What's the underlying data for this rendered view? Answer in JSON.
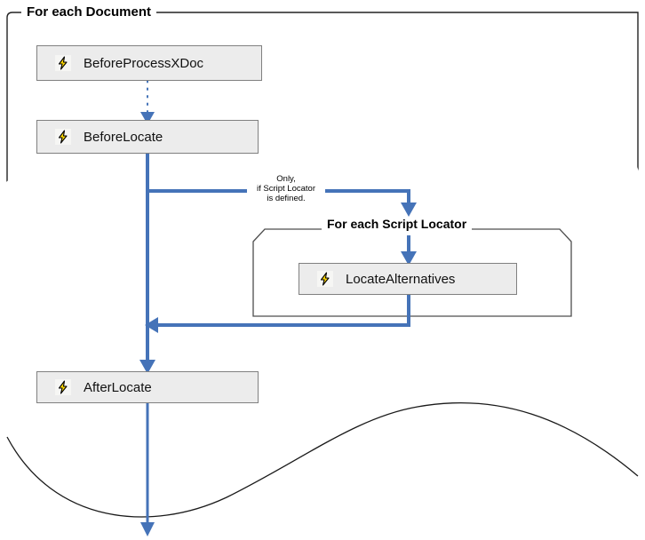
{
  "diagram": {
    "title": "For each Document",
    "background_color": "#ffffff",
    "connector_color": "#4573b8",
    "box_fill_color": "#ececec",
    "box_border_color": "#808080",
    "group_border_color": "#333333",
    "icon_color": "#ffd700"
  },
  "outer_group": {
    "label": "For each Document",
    "icon": "group-bracket"
  },
  "inner_group": {
    "label": "For each Script Locator",
    "icon": "group-bracket"
  },
  "nodes": [
    {
      "id": "before-process-xdoc",
      "label": "BeforeProcessXDoc",
      "icon": "lightning-bolt-icon"
    },
    {
      "id": "before-locate",
      "label": "BeforeLocate",
      "icon": "lightning-bolt-icon"
    },
    {
      "id": "locate-alternatives",
      "label": "LocateAlternatives",
      "icon": "lightning-bolt-icon"
    },
    {
      "id": "after-locate",
      "label": "AfterLocate",
      "icon": "lightning-bolt-icon"
    }
  ],
  "edge_label": {
    "line1": "Only,",
    "line2": "if Script Locator",
    "line3": "is defined."
  },
  "edges": [
    {
      "from": "before-process-xdoc",
      "to": "before-locate",
      "style": "dotted",
      "arrow": "down"
    },
    {
      "from": "before-locate",
      "to": "locate-alternatives",
      "style": "solid",
      "arrow": "down",
      "label": "Only, if Script Locator is defined."
    },
    {
      "from": "locate-alternatives",
      "to": "after-locate",
      "style": "solid",
      "arrow": "left"
    },
    {
      "from": "before-locate",
      "to": "after-locate",
      "style": "solid",
      "arrow": "down"
    },
    {
      "from": "after-locate",
      "to": "continuation",
      "style": "solid",
      "arrow": "down"
    }
  ]
}
